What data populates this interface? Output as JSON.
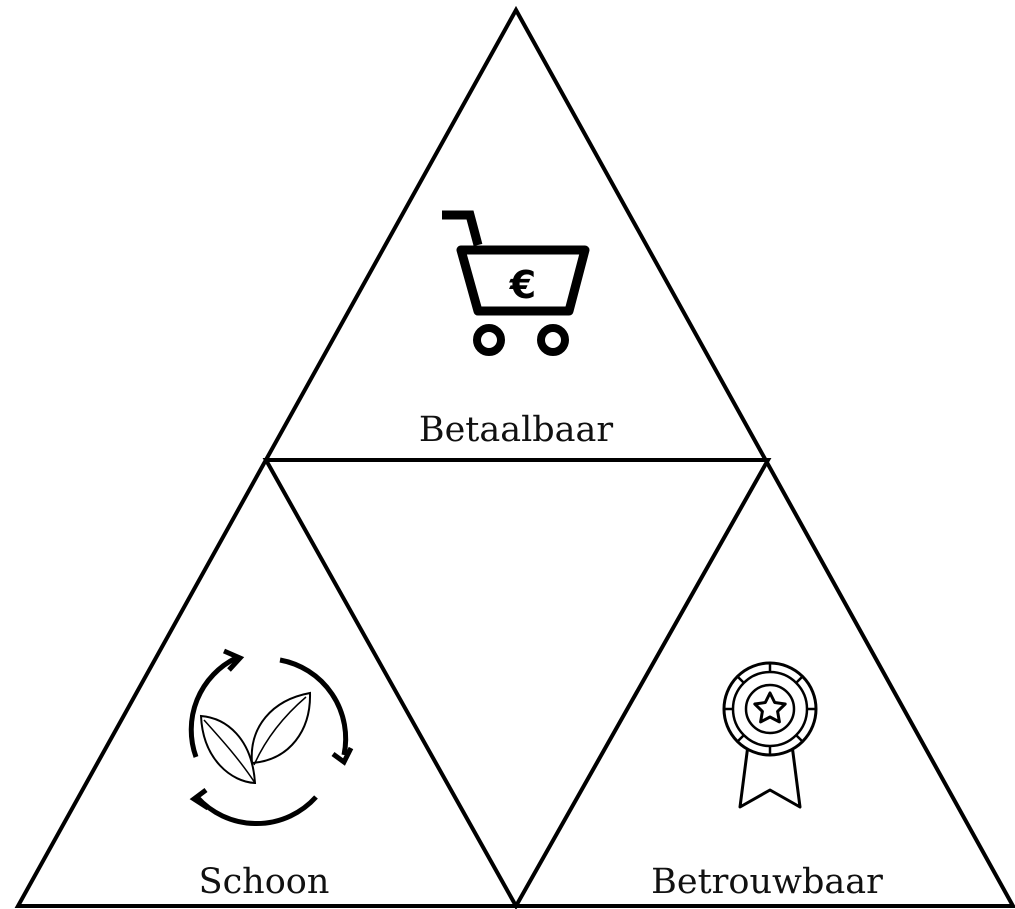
{
  "diagram": {
    "top_label": "Betaalbaar",
    "left_label": "Schoon",
    "right_label": "Betrouwbaar",
    "top_icon": "shopping-cart-euro-icon",
    "left_icon": "recycle-leaf-icon",
    "right_icon": "award-ribbon-star-icon",
    "cart_symbol": "€",
    "stroke_color": "#000000"
  }
}
